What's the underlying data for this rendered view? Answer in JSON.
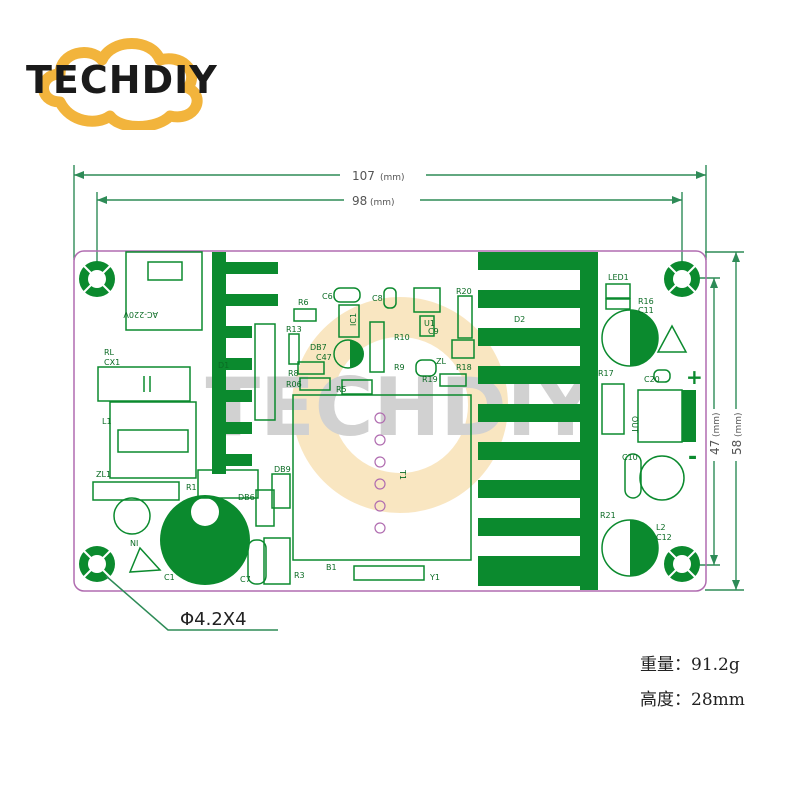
{
  "brand": {
    "name": "TECHDIY",
    "watermark": "TECHDIY"
  },
  "colors": {
    "board_outline": "#b06cb0",
    "dimension": "#2e8b57",
    "copper": "#0b8a2e",
    "logo_orange": "#f2b43c",
    "text_dark": "#222222"
  },
  "dimensions": {
    "total_width": "107",
    "hole_spacing_x": "98",
    "height_total": "58",
    "hole_spacing_y": "47",
    "unit": "(mm)",
    "hole_callout": "Φ4.2X4"
  },
  "components": {
    "input_label": "AC-220V",
    "rl": "RL",
    "cx1": "CX1",
    "l1": "L1",
    "zl1": "ZL1",
    "r1": "R1",
    "ni": "NI",
    "c1": "C1",
    "c7": "C7",
    "d1": "D1",
    "r3": "R3",
    "b1": "B1",
    "y1": "Y1",
    "db9": "DB9",
    "db6": "DB6",
    "r6": "R6",
    "r13": "R13",
    "db7": "DB7",
    "c47": "C47",
    "r8": "R8",
    "r06": "R06",
    "r5": "R5",
    "c6": "C6",
    "ic1": "IC1",
    "c8": "C8",
    "r10": "R10",
    "r9": "R9",
    "u1": "U1",
    "c9": "C9",
    "zl": "ZL",
    "r20": "R20",
    "r18": "R18",
    "r19": "R19",
    "t1": "T1",
    "d2": "D2",
    "led1": "LED1",
    "r16": "R16",
    "c11": "C11",
    "c20": "C20",
    "r17": "R17",
    "out": "OUT",
    "plus": "+",
    "minus": "-",
    "c10": "C10",
    "r21": "R21",
    "l2": "L2",
    "c12": "C12"
  },
  "specs": {
    "weight_label": "重量：",
    "weight_value": "91.2g",
    "height_label": "高度：",
    "height_value": "28mm"
  }
}
